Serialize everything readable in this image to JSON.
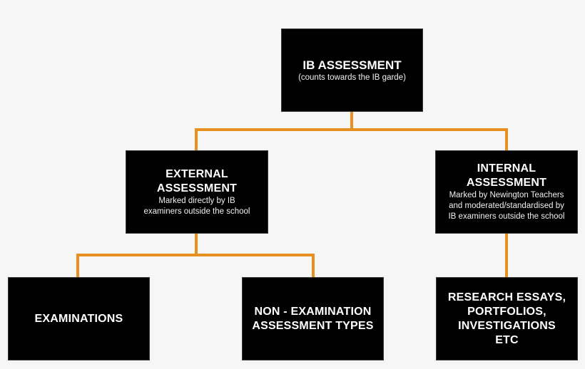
{
  "diagram": {
    "type": "org-chart",
    "connector_color": "#e8901f",
    "box_color": "#000000",
    "background": "#f6f6f6",
    "root": {
      "title": "IB ASSESSMENT",
      "subtitle": "(counts towards the IB garde)"
    },
    "level2": [
      {
        "title_line1": "EXTERNAL",
        "title_line2": "ASSESSMENT",
        "sub_line1": "Marked directly by IB",
        "sub_line2": "examiners outside the school"
      },
      {
        "title_line1": "INTERNAL",
        "title_line2": "ASSESSMENT",
        "sub_line1": "Marked by Newington Teachers",
        "sub_line2": "and moderated/standardised by",
        "sub_line3": "IB examiners outside the school"
      }
    ],
    "level3": [
      {
        "line1": "EXAMINATIONS"
      },
      {
        "line1": "NON - EXAMINATION",
        "line2": "ASSESSMENT TYPES"
      },
      {
        "line1": "RESEARCH ESSAYS,",
        "line2": "PORTFOLIOS,",
        "line3": "INVESTIGATIONS",
        "line4": "ETC"
      }
    ]
  }
}
